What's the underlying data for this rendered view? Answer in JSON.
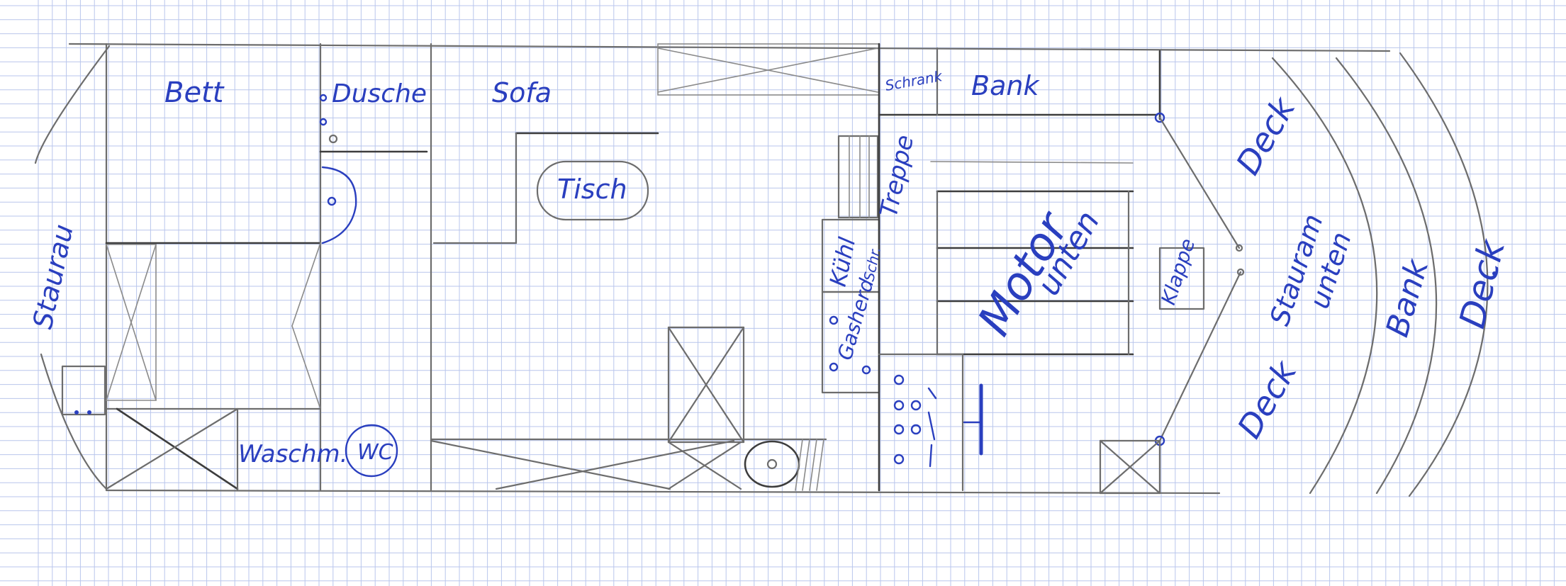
{
  "colors": {
    "paper": "#ffffff",
    "grid": "#b9c6ec",
    "pencil": "#6d6d6d",
    "ink": "#2a3fbf"
  },
  "labels": {
    "bett": "Bett",
    "dusche": "Dusche",
    "sofa": "Sofa",
    "tisch": "Tisch",
    "schrank": "Schrank",
    "bank_top": "Bank",
    "staurau": "Staurau",
    "treppe": "Treppe",
    "kuehl": "Kühl",
    "schr": "Schr.",
    "gasherd": "Gasherd",
    "motor": "Motor",
    "unten_motor": "unten",
    "klappe": "Klappe",
    "waschm": "Waschm.",
    "wc": "WC",
    "deck_upper": "Deck",
    "deck_lower": "Deck",
    "stauram": "Stauram",
    "unten_stern": "unten",
    "bank_stern": "Bank",
    "deck_outer": "Deck"
  }
}
